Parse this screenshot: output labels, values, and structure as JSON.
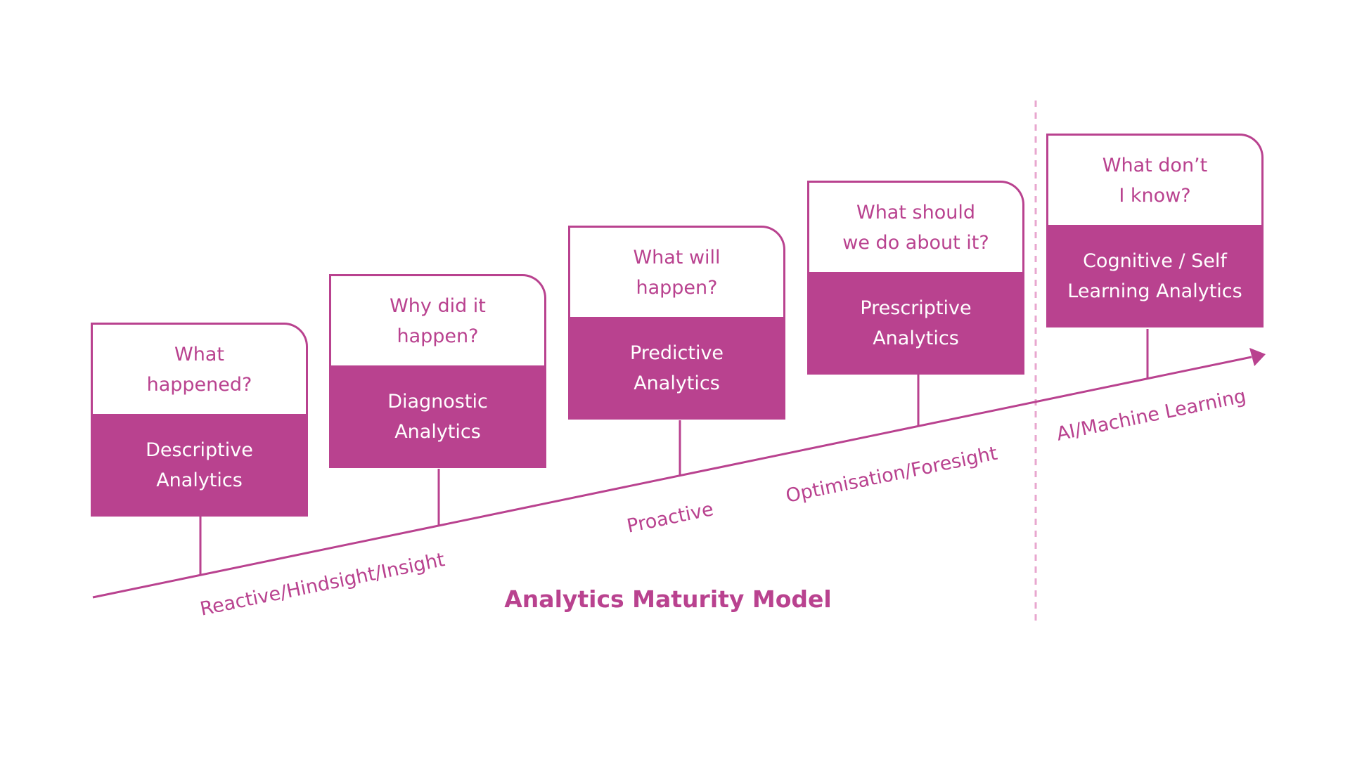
{
  "title": "Analytics Maturity Model",
  "colors": {
    "accent": "#b9428f",
    "divider": "#e8a7cf",
    "background": "#ffffff"
  },
  "stages": [
    {
      "question": "What\nhappened?",
      "analytics": "Descriptive\nAnalytics"
    },
    {
      "question": "Why did it\nhappen?",
      "analytics": "Diagnostic\nAnalytics"
    },
    {
      "question": "What will\nhappen?",
      "analytics": "Predictive\nAnalytics"
    },
    {
      "question": "What should\nwe do about it?",
      "analytics": "Prescriptive\nAnalytics"
    },
    {
      "question": "What don’t\nI know?",
      "analytics": "Cognitive / Self\nLearning Analytics"
    }
  ],
  "axis_labels": [
    "Reactive/Hindsight/Insight",
    "Proactive",
    "Optimisation/Foresight",
    "AI/Machine Learning"
  ]
}
